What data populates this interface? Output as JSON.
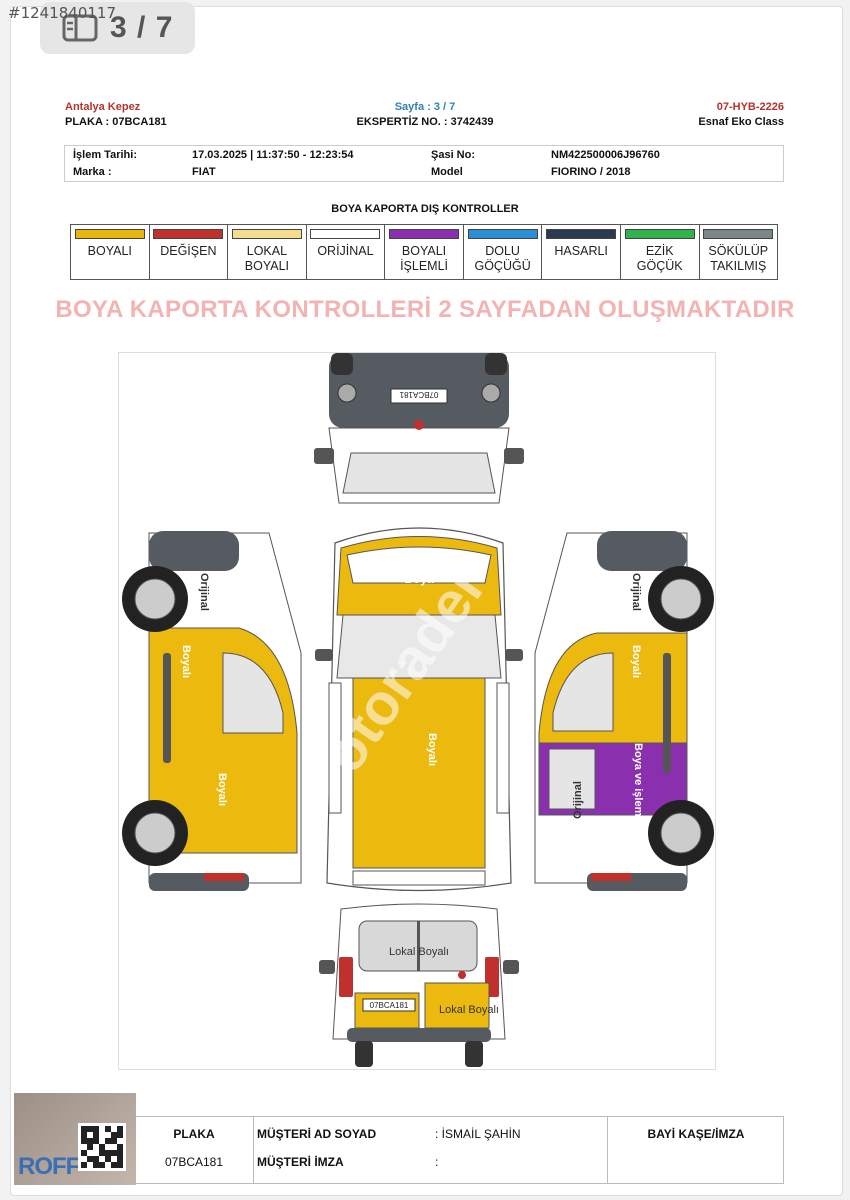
{
  "overlay": {
    "ref_id": "#1241840117",
    "pager": "3 / 7"
  },
  "header": {
    "branch": "Antalya Kepez",
    "plate_line": "PLAKA : 07BCA181",
    "page_label": "Sayfa : 3 / 7",
    "report_no": "EKSPERTİZ NO. : 3742439",
    "station_code": "07-HYB-2226",
    "package": "Esnaf Eko Class"
  },
  "info": {
    "date_label": "İşlem Tarihi:",
    "date_value": "17.03.2025 | 11:37:50 - 12:23:54",
    "chassis_label": "Şasi No:",
    "chassis_value": "NM422500006J96760",
    "brand_label": "Marka :",
    "brand_value": "FIAT",
    "model_label": "Model",
    "model_value": "FIORINO / 2018"
  },
  "section_title": "BOYA KAPORTA DIŞ KONTROLLER",
  "legend": [
    {
      "label": "BOYALI",
      "color": "#e9b60c"
    },
    {
      "label": "DEĞİŞEN",
      "color": "#c0302d"
    },
    {
      "label": "LOKAL BOYALI",
      "color": "#f5dc8e"
    },
    {
      "label": "ORİJİNAL",
      "color": "#ffffff"
    },
    {
      "label": "BOYALI İŞLEMLİ",
      "color": "#8a2fae"
    },
    {
      "label": "DOLU GÖÇÜĞÜ",
      "color": "#2b8fd6"
    },
    {
      "label": "HASARLI",
      "color": "#2a3a50"
    },
    {
      "label": "EZİK GÖÇÜK",
      "color": "#2fb34c"
    },
    {
      "label": "SÖKÜLÜP TAKILMIŞ",
      "color": "#7a8688"
    }
  ],
  "banner": "BOYA KAPORTA KONTROLLERİ 2 SAYFADAN OLUŞMAKTADIR",
  "diagram": {
    "front_plate": "07BCA181",
    "rear_plate": "07BCA181",
    "roof_label": "Boyalı",
    "hood_label": "Boya",
    "left_front_label": "Orijinal",
    "left_door_label": "Boyalı",
    "left_rear_label": "Boyalı",
    "right_front_label": "Orijinal",
    "right_door_label": "Boyalı",
    "right_slide_label": "Boya ve işlem",
    "right_rear_label": "Orijinal",
    "rear_window_label": "Lokal Boyalı",
    "rear_door_label": "Lokal Boyalı",
    "watermark": "otoradel",
    "colors": {
      "painted": "#ecb90f",
      "processed": "#8a2fae",
      "body": "#ffffff",
      "trim": "#555b60"
    }
  },
  "footer": {
    "plate_label": "PLAKA",
    "plate_value": "07BCA181",
    "customer_name_label": "MÜŞTERİ AD SOYAD",
    "customer_name_value": ": İSMAİL ŞAHİN",
    "customer_sign_label": "MÜŞTERİ İMZA",
    "customer_sign_value": ":",
    "dealer_label": "BAYİ KAŞE/İMZA"
  },
  "logo": {
    "text": "ROFF"
  }
}
